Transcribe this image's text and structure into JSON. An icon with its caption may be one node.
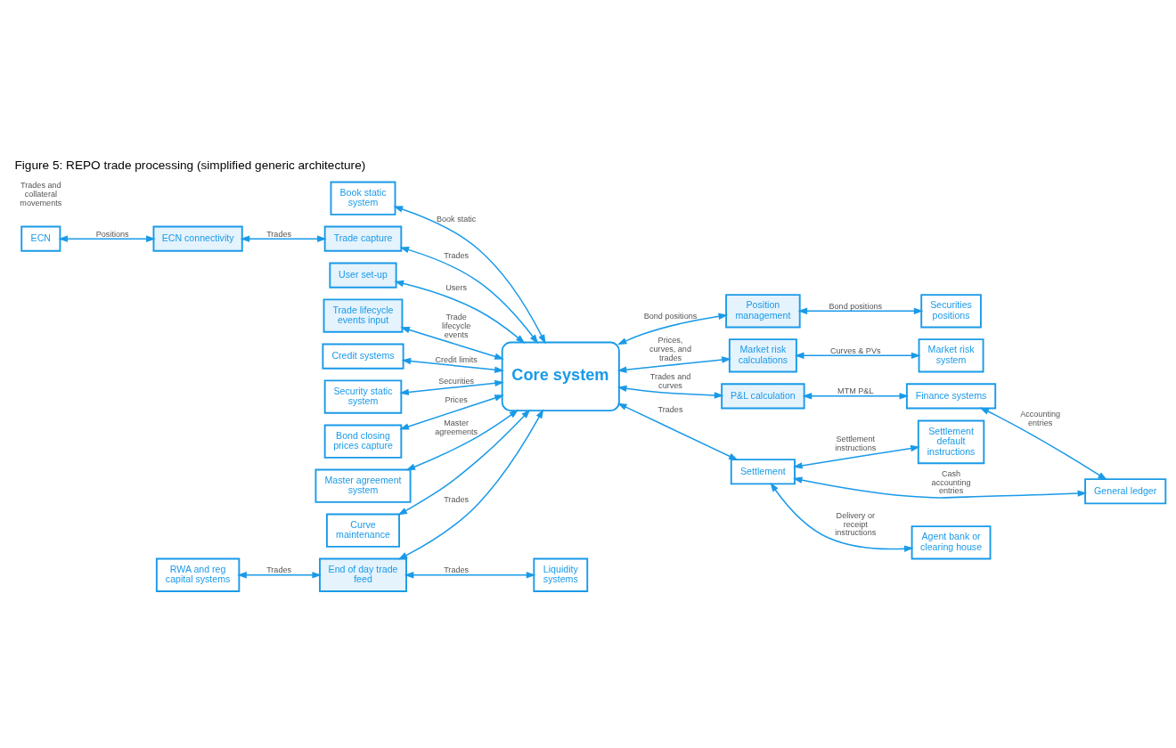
{
  "diagram": {
    "title": "Figure 5: REPO trade processing (simplified generic architecture)",
    "nodes": [
      {
        "text": [
          "ECN"
        ]
      },
      {
        "text": [
          "User set-up"
        ]
      },
      {
        "text": [
          "ECN connectivity"
        ]
      },
      {
        "text": [
          "Trade lifecycle events input"
        ]
      },
      {
        "text": [
          "Credit systems"
        ]
      },
      {
        "text": [
          "Security static system"
        ]
      },
      {
        "text": [
          "Bond closing prices capture"
        ]
      },
      {
        "text": [
          "Trade capture"
        ]
      },
      {
        "text": [
          "RWA and reg capital systems"
        ]
      },
      {
        "text": [
          "Master agreement system"
        ]
      },
      {
        "text": [
          "End of day trade feed"
        ]
      },
      {
        "text": [
          "Liquidity systems"
        ]
      },
      {
        "text": [
          "Curve maintenance"
        ]
      },
      {
        "text": [
          "Core system"
        ]
      },
      {
        "text": [
          "Position management"
        ]
      },
      {
        "text": [
          "Securities positions"
        ]
      },
      {
        "text": [
          "Book static system"
        ]
      },
      {
        "text": [
          "Market risk calculations"
        ]
      },
      {
        "text": [
          "P&L calculation"
        ]
      },
      {
        "text": [
          "Finance systems"
        ]
      },
      {
        "text": [
          "Market risk system"
        ]
      },
      {
        "text": [
          "Settlement"
        ]
      },
      {
        "text": [
          "Settlement default instructions"
        ]
      },
      {
        "text": [
          "General ledger"
        ]
      },
      {
        "text": [
          "Agent bank or clearing house"
        ]
      }
    ],
    "edges": [
      {
        "from": 0,
        "to": 2,
        "arrow": "both",
        "label": "Positions"
      },
      {
        "from": 2,
        "to": 7,
        "arrow": "both",
        "label": "Trades"
      },
      {
        "from": 7,
        "to": 13,
        "arrow": "both",
        "label": "Trades"
      },
      {
        "from": 1,
        "to": 13,
        "arrow": "both",
        "label": "Users"
      },
      {
        "from": 3,
        "to": 13,
        "arrow": "both",
        "label": "Trade lifecycle events"
      },
      {
        "from": 4,
        "to": 13,
        "arrow": "both",
        "label": "Credit limits"
      },
      {
        "from": 5,
        "to": 13,
        "arrow": "both",
        "label": "Securities"
      },
      {
        "from": 6,
        "to": 13,
        "arrow": "both",
        "label": "Prices"
      },
      {
        "from": 9,
        "to": 13,
        "arrow": "both",
        "label": "Master agreements"
      },
      {
        "from": 12,
        "to": 13,
        "arrow": "both"
      },
      {
        "from": 16,
        "to": 13,
        "arrow": "both",
        "label": "Book static"
      },
      {
        "from": 10,
        "to": 13,
        "arrow": "both",
        "label": "Trades"
      },
      {
        "from": 8,
        "to": 10,
        "arrow": "both",
        "label": "Trades"
      },
      {
        "from": 10,
        "to": 11,
        "arrow": "both",
        "label": "Trades"
      },
      {
        "from": 13,
        "to": 14,
        "arrow": "both",
        "label": "Bond positions"
      },
      {
        "from": 14,
        "to": 15,
        "arrow": "both",
        "label": "Bond positions"
      },
      {
        "from": 13,
        "to": 18,
        "arrow": "both",
        "label": "Trades and curves"
      },
      {
        "from": 18,
        "to": 19,
        "arrow": "both",
        "label": "MTM P&L"
      },
      {
        "from": 19,
        "to": 23,
        "arrow": "both",
        "label": "Accounting entries"
      },
      {
        "from": 13,
        "to": 17,
        "arrow": "both",
        "label": "Prices, curves, and trades"
      },
      {
        "from": 17,
        "to": 20,
        "arrow": "both",
        "label": "Curves & PVs"
      },
      {
        "from": 13,
        "to": 21,
        "arrow": "both",
        "label": "Trades"
      },
      {
        "from": 21,
        "to": 22,
        "arrow": "both",
        "label": "Settlement instructions"
      },
      {
        "from": 21,
        "to": 24,
        "arrow": "both",
        "label": "Delivery or receipt instructions"
      },
      {
        "from": 21,
        "to": 23,
        "arrow": "both",
        "label": "Cash accounting entries"
      }
    ],
    "labels": [
      "Trades and collateral movements"
    ]
  }
}
